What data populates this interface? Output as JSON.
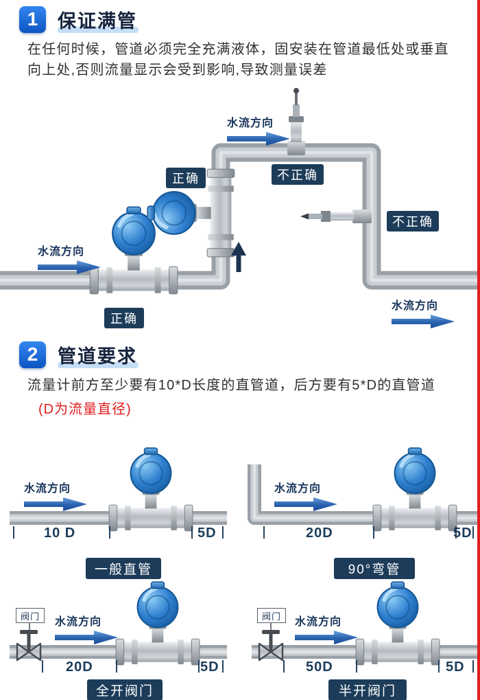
{
  "colors": {
    "accent_blue": "#1a6fd4",
    "navy_label_bg": "#1d3c5a",
    "red_accent": "#e01f1f",
    "pipe_gray": "#99a0a7",
    "meter_blue": "#2e7fd0"
  },
  "section1": {
    "number": "1",
    "title": "保证满管",
    "body": "在任何时候，管道必须完全充满液体，固安装在管道最低处或垂直向上处,否则流量显示会受到影响,导致测量误差",
    "flow_label_top": "水流方向",
    "flow_label_bottom_left": "水流方向",
    "flow_label_bottom_right": "水流方向",
    "labels": {
      "correct_top": "正确",
      "incorrect_top": "不正确",
      "incorrect_right": "不正确",
      "correct_bottom": "正确"
    }
  },
  "section2": {
    "number": "2",
    "title": "管道要求",
    "body": "流量计前方至少要有10*D长度的直管道，后方要有5*D的直管道",
    "note": "(D为流量直径)",
    "diagrams": [
      {
        "name": "一般直管",
        "flow_label": "水流方向",
        "front_length": "10 D",
        "back_length": "5D"
      },
      {
        "name": "90°弯管",
        "flow_label": "水流方向",
        "front_length": "20D",
        "back_length": "5D"
      },
      {
        "name": "全开阀门",
        "flow_label": "水流方向",
        "front_length": "20D",
        "back_length": "5D",
        "valve_label": "阀门"
      },
      {
        "name": "半开阀门",
        "flow_label": "水流方向",
        "front_length": "50D",
        "back_length": "5D",
        "valve_label": "阀门"
      }
    ]
  }
}
